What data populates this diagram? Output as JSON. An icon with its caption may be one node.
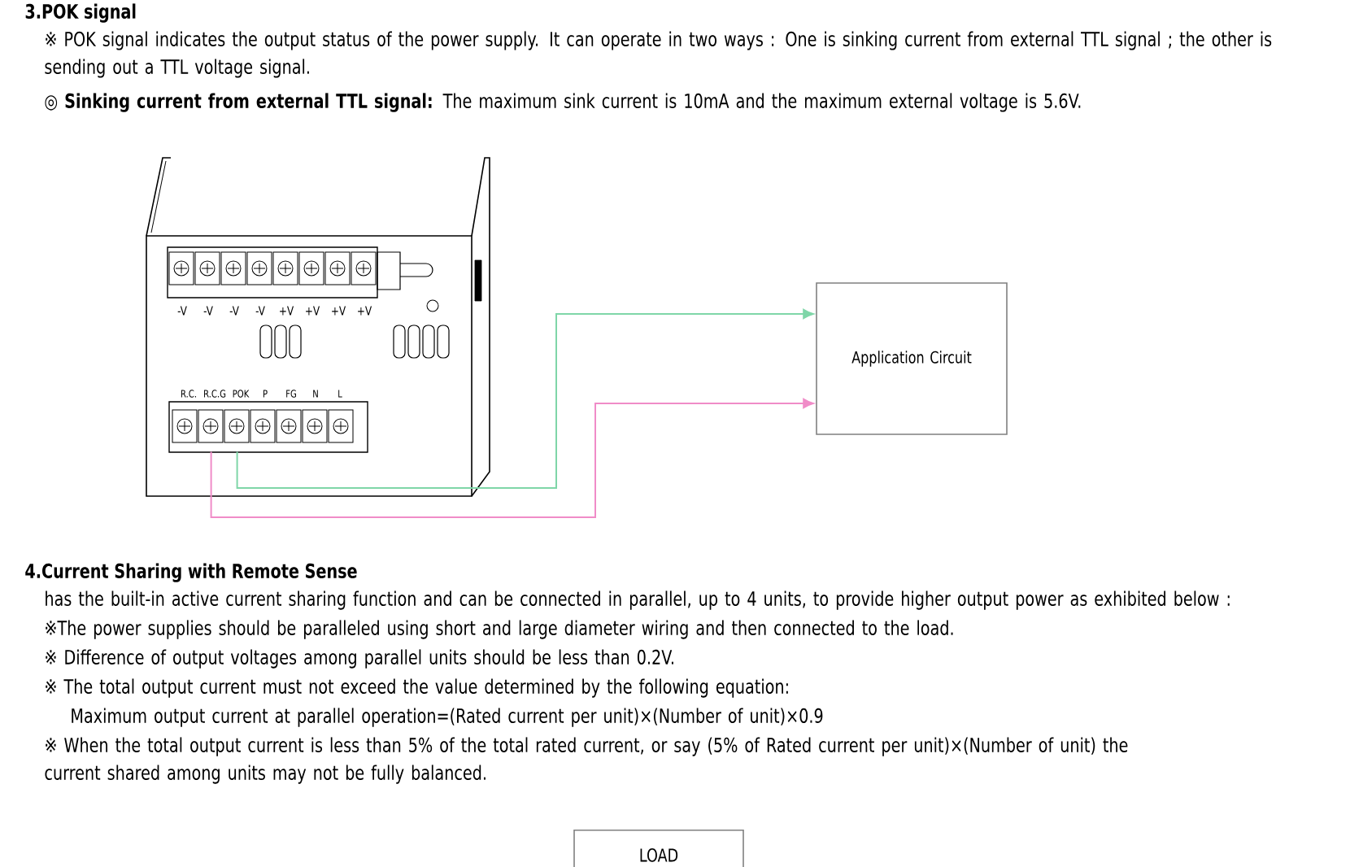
{
  "diagram": {
    "nodes": [
      {
        "text": [],
        "shape": "picture"
      },
      {
        "text": [
          "Application Circuit"
        ]
      },
      {
        "text": [
          "LOAD"
        ]
      }
    ],
    "edges": [
      {
        "from": 0,
        "to": 1,
        "arrow": "to",
        "color": "#7fd6a8"
      },
      {
        "from": 0,
        "to": 1,
        "arrow": "to",
        "color": "#f08cc8"
      }
    ],
    "labels": [
      "3.POK signal",
      "※ POK signal indicates the output status of the power supply. It can operate in two ways : One is sinking current from external TTL signal ; the other is sending out a TTL voltage signal.",
      "◎ **Sinking current from external TTL signal:** The maximum sink current is 10mA and the maximum external voltage is 5.6V.",
      "-V",
      "-V",
      "-V",
      "-V",
      "+V",
      "+V",
      "+V",
      "+V",
      "R.C.",
      "R.C.G",
      "POK",
      "P",
      "FG",
      "N",
      "L",
      "4.Current Sharing with Remote Sense",
      "has the built-in active current sharing function and can be connected in parallel, up to 4 units, to provide higher output power as exhibited below :",
      "※The power supplies should be paralleled using short and large diameter wiring and then connected to the load.",
      "※ Difference of output voltages among parallel units should be less than 0.2V.",
      "※ The total output current must not exceed the value determined by the following equation:",
      "Maximum output current at parallel operation=(Rated current per unit)×(Number of unit)×0.9",
      "※ When the total output current is less than 5% of the total rated current, or say (5% of Rated current per unit)×(Number of unit) the current shared among units may not be fully balanced."
    ]
  }
}
